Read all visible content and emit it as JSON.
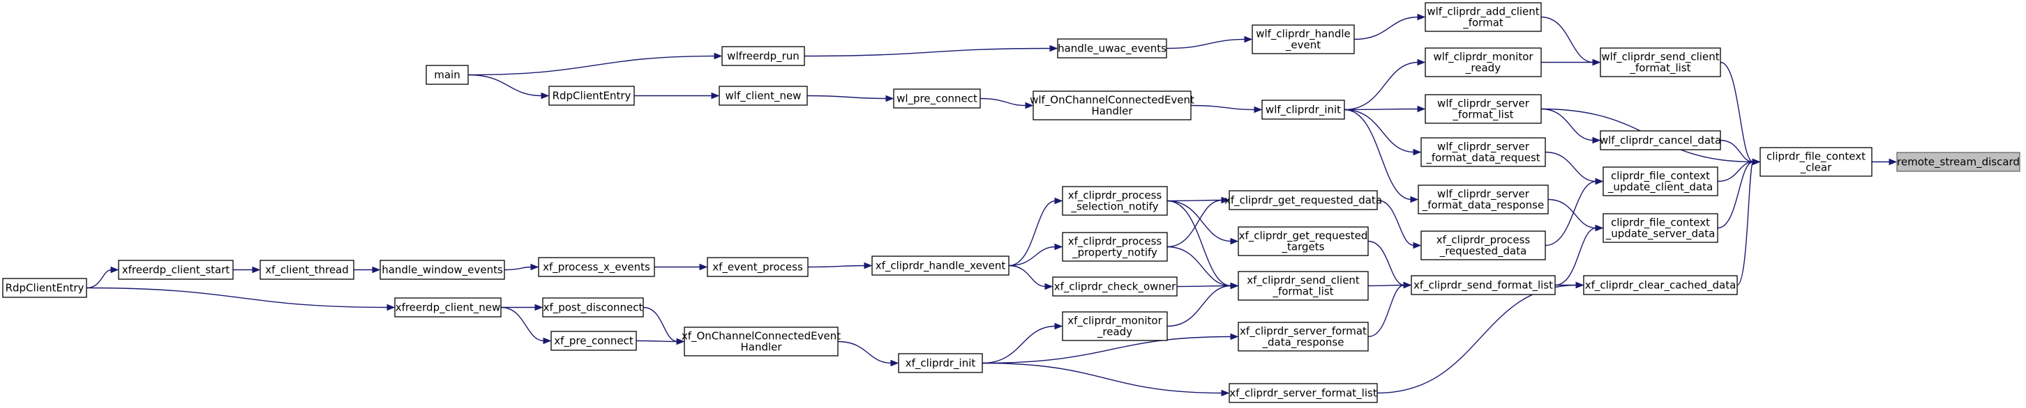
{
  "diagram": {
    "colors": {
      "node_fill": "#ffffff",
      "root_fill": "#bfbfbf",
      "edge": "#191970",
      "border": "#000000"
    },
    "nodes": [
      {
        "id": "remote_stream_discard",
        "lines": [
          "remote_stream_discard"
        ],
        "root": true
      },
      {
        "id": "cliprdr_file_context_clear",
        "lines": [
          "cliprdr_file_context",
          "_clear"
        ]
      },
      {
        "id": "wlf_cliprdr_add_client_format",
        "lines": [
          "wlf_cliprdr_add_client",
          "_format"
        ]
      },
      {
        "id": "wlf_cliprdr_send_client_format_list",
        "lines": [
          "wlf_cliprdr_send_client",
          "_format_list"
        ]
      },
      {
        "id": "wlf_cliprdr_monitor_ready",
        "lines": [
          "wlf_cliprdr_monitor",
          "_ready"
        ]
      },
      {
        "id": "wlf_cliprdr_server_format_list",
        "lines": [
          "wlf_cliprdr_server",
          "_format_list"
        ]
      },
      {
        "id": "wlf_cliprdr_cancel_data",
        "lines": [
          "wlf_cliprdr_cancel_data"
        ]
      },
      {
        "id": "wlf_cliprdr_server_format_data_request",
        "lines": [
          "wlf_cliprdr_server",
          "_format_data_request"
        ]
      },
      {
        "id": "cliprdr_file_context_update_client_data",
        "lines": [
          "cliprdr_file_context",
          "_update_client_data"
        ]
      },
      {
        "id": "wlf_cliprdr_server_format_data_response",
        "lines": [
          "wlf_cliprdr_server",
          "_format_data_response"
        ]
      },
      {
        "id": "cliprdr_file_context_update_server_data",
        "lines": [
          "cliprdr_file_context",
          "_update_server_data"
        ]
      },
      {
        "id": "xf_cliprdr_process_requested_data",
        "lines": [
          "xf_cliprdr_process",
          "_requested_data"
        ]
      },
      {
        "id": "xf_cliprdr_send_format_list",
        "lines": [
          "xf_cliprdr_send_format_list"
        ]
      },
      {
        "id": "xf_cliprdr_clear_cached_data",
        "lines": [
          "xf_cliprdr_clear_cached_data"
        ]
      },
      {
        "id": "xf_cliprdr_server_format_data_response",
        "lines": [
          "xf_cliprdr_server_format",
          "_data_response"
        ]
      },
      {
        "id": "xf_cliprdr_server_format_list",
        "lines": [
          "xf_cliprdr_server_format_list"
        ]
      },
      {
        "id": "main",
        "lines": [
          "main"
        ]
      },
      {
        "id": "wlfreerdp_run",
        "lines": [
          "wlfreerdp_run"
        ]
      },
      {
        "id": "handle_uwac_events",
        "lines": [
          "handle_uwac_events"
        ]
      },
      {
        "id": "wlf_cliprdr_handle_event",
        "lines": [
          "wlf_cliprdr_handle",
          "_event"
        ]
      },
      {
        "id": "RdpClientEntry_wl",
        "lines": [
          "RdpClientEntry"
        ]
      },
      {
        "id": "wlf_client_new",
        "lines": [
          "wlf_client_new"
        ]
      },
      {
        "id": "wl_pre_connect",
        "lines": [
          "wl_pre_connect"
        ]
      },
      {
        "id": "wlf_OnChannelConnectedEventHandler",
        "lines": [
          "wlf_OnChannelConnectedEvent",
          "Handler"
        ]
      },
      {
        "id": "wlf_cliprdr_init",
        "lines": [
          "wlf_cliprdr_init"
        ]
      },
      {
        "id": "xf_cliprdr_process_selection_notify",
        "lines": [
          "xf_cliprdr_process",
          "_selection_notify"
        ]
      },
      {
        "id": "xf_cliprdr_get_requested_data",
        "lines": [
          "xf_cliprdr_get_requested_data"
        ]
      },
      {
        "id": "xf_cliprdr_process_property_notify",
        "lines": [
          "xf_cliprdr_process",
          "_property_notify"
        ]
      },
      {
        "id": "xf_cliprdr_get_requested_targets",
        "lines": [
          "xf_cliprdr_get_requested",
          "_targets"
        ]
      },
      {
        "id": "xf_cliprdr_send_client_format_list",
        "lines": [
          "xf_cliprdr_send_client",
          "_format_list"
        ]
      },
      {
        "id": "xf_cliprdr_check_owner",
        "lines": [
          "xf_cliprdr_check_owner"
        ]
      },
      {
        "id": "xf_cliprdr_monitor_ready",
        "lines": [
          "xf_cliprdr_monitor",
          "_ready"
        ]
      },
      {
        "id": "xf_cliprdr_handle_xevent",
        "lines": [
          "xf_cliprdr_handle_xevent"
        ]
      },
      {
        "id": "xf_event_process",
        "lines": [
          "xf_event_process"
        ]
      },
      {
        "id": "xf_process_x_events",
        "lines": [
          "xf_process_x_events"
        ]
      },
      {
        "id": "handle_window_events",
        "lines": [
          "handle_window_events"
        ]
      },
      {
        "id": "xf_client_thread",
        "lines": [
          "xf_client_thread"
        ]
      },
      {
        "id": "xfreerdp_client_start",
        "lines": [
          "xfreerdp_client_start"
        ]
      },
      {
        "id": "RdpClientEntry_xf",
        "lines": [
          "RdpClientEntry"
        ]
      },
      {
        "id": "xfreerdp_client_new",
        "lines": [
          "xfreerdp_client_new"
        ]
      },
      {
        "id": "xf_post_disconnect",
        "lines": [
          "xf_post_disconnect"
        ]
      },
      {
        "id": "xf_pre_connect",
        "lines": [
          "xf_pre_connect"
        ]
      },
      {
        "id": "xf_OnChannelConnectedEventHandler",
        "lines": [
          "xf_OnChannelConnectedEvent",
          "Handler"
        ]
      },
      {
        "id": "xf_cliprdr_init",
        "lines": [
          "xf_cliprdr_init"
        ]
      }
    ],
    "edges": [
      [
        "cliprdr_file_context_clear",
        "remote_stream_discard"
      ],
      [
        "wlf_cliprdr_send_client_format_list",
        "cliprdr_file_context_clear"
      ],
      [
        "wlf_cliprdr_server_format_list",
        "cliprdr_file_context_clear"
      ],
      [
        "wlf_cliprdr_cancel_data",
        "cliprdr_file_context_clear"
      ],
      [
        "cliprdr_file_context_update_client_data",
        "cliprdr_file_context_clear"
      ],
      [
        "cliprdr_file_context_update_server_data",
        "cliprdr_file_context_clear"
      ],
      [
        "xf_cliprdr_clear_cached_data",
        "cliprdr_file_context_clear"
      ],
      [
        "wlf_cliprdr_add_client_format",
        "wlf_cliprdr_send_client_format_list"
      ],
      [
        "wlf_cliprdr_monitor_ready",
        "wlf_cliprdr_send_client_format_list"
      ],
      [
        "wlf_cliprdr_handle_event",
        "wlf_cliprdr_add_client_format"
      ],
      [
        "handle_uwac_events",
        "wlf_cliprdr_handle_event"
      ],
      [
        "wlfreerdp_run",
        "handle_uwac_events"
      ],
      [
        "main",
        "wlfreerdp_run"
      ],
      [
        "main",
        "RdpClientEntry_wl"
      ],
      [
        "RdpClientEntry_wl",
        "wlf_client_new"
      ],
      [
        "wlf_client_new",
        "wl_pre_connect"
      ],
      [
        "wl_pre_connect",
        "wlf_OnChannelConnectedEventHandler"
      ],
      [
        "wlf_OnChannelConnectedEventHandler",
        "wlf_cliprdr_init"
      ],
      [
        "wlf_cliprdr_init",
        "wlf_cliprdr_monitor_ready"
      ],
      [
        "wlf_cliprdr_init",
        "wlf_cliprdr_server_format_list"
      ],
      [
        "wlf_cliprdr_init",
        "wlf_cliprdr_server_format_data_request"
      ],
      [
        "wlf_cliprdr_init",
        "wlf_cliprdr_server_format_data_response"
      ],
      [
        "wlf_cliprdr_server_format_list",
        "wlf_cliprdr_cancel_data"
      ],
      [
        "wlf_cliprdr_server_format_data_request",
        "cliprdr_file_context_update_client_data"
      ],
      [
        "xf_cliprdr_process_requested_data",
        "cliprdr_file_context_update_client_data"
      ],
      [
        "wlf_cliprdr_server_format_data_response",
        "cliprdr_file_context_update_server_data"
      ],
      [
        "xf_cliprdr_send_format_list",
        "cliprdr_file_context_update_server_data"
      ],
      [
        "xf_cliprdr_send_format_list",
        "xf_cliprdr_clear_cached_data"
      ],
      [
        "xf_cliprdr_server_format_list",
        "xf_cliprdr_clear_cached_data"
      ],
      [
        "xf_cliprdr_get_requested_data",
        "xf_cliprdr_process_requested_data"
      ],
      [
        "xf_cliprdr_get_requested_targets",
        "xf_cliprdr_send_format_list"
      ],
      [
        "xf_cliprdr_send_client_format_list",
        "xf_cliprdr_send_format_list"
      ],
      [
        "xf_cliprdr_server_format_data_response",
        "xf_cliprdr_send_format_list"
      ],
      [
        "xf_cliprdr_process_selection_notify",
        "xf_cliprdr_get_requested_data"
      ],
      [
        "xf_cliprdr_process_property_notify",
        "xf_cliprdr_get_requested_data"
      ],
      [
        "xf_cliprdr_process_selection_notify",
        "xf_cliprdr_get_requested_targets"
      ],
      [
        "xf_cliprdr_process_selection_notify",
        "xf_cliprdr_send_client_format_list"
      ],
      [
        "xf_cliprdr_process_property_notify",
        "xf_cliprdr_send_client_format_list"
      ],
      [
        "xf_cliprdr_check_owner",
        "xf_cliprdr_send_client_format_list"
      ],
      [
        "xf_cliprdr_monitor_ready",
        "xf_cliprdr_send_client_format_list"
      ],
      [
        "xf_cliprdr_handle_xevent",
        "xf_cliprdr_process_selection_notify"
      ],
      [
        "xf_cliprdr_handle_xevent",
        "xf_cliprdr_process_property_notify"
      ],
      [
        "xf_cliprdr_handle_xevent",
        "xf_cliprdr_check_owner"
      ],
      [
        "xf_event_process",
        "xf_cliprdr_handle_xevent"
      ],
      [
        "xf_process_x_events",
        "xf_event_process"
      ],
      [
        "handle_window_events",
        "xf_process_x_events"
      ],
      [
        "xf_client_thread",
        "handle_window_events"
      ],
      [
        "xfreerdp_client_start",
        "xf_client_thread"
      ],
      [
        "RdpClientEntry_xf",
        "xfreerdp_client_start"
      ],
      [
        "RdpClientEntry_xf",
        "xfreerdp_client_new"
      ],
      [
        "xfreerdp_client_new",
        "xf_post_disconnect"
      ],
      [
        "xfreerdp_client_new",
        "xf_pre_connect"
      ],
      [
        "xf_post_disconnect",
        "xf_OnChannelConnectedEventHandler"
      ],
      [
        "xf_pre_connect",
        "xf_OnChannelConnectedEventHandler"
      ],
      [
        "xf_OnChannelConnectedEventHandler",
        "xf_cliprdr_init"
      ],
      [
        "xf_cliprdr_init",
        "xf_cliprdr_monitor_ready"
      ],
      [
        "xf_cliprdr_init",
        "xf_cliprdr_server_format_data_response"
      ],
      [
        "xf_cliprdr_init",
        "xf_cliprdr_server_format_list"
      ]
    ]
  }
}
